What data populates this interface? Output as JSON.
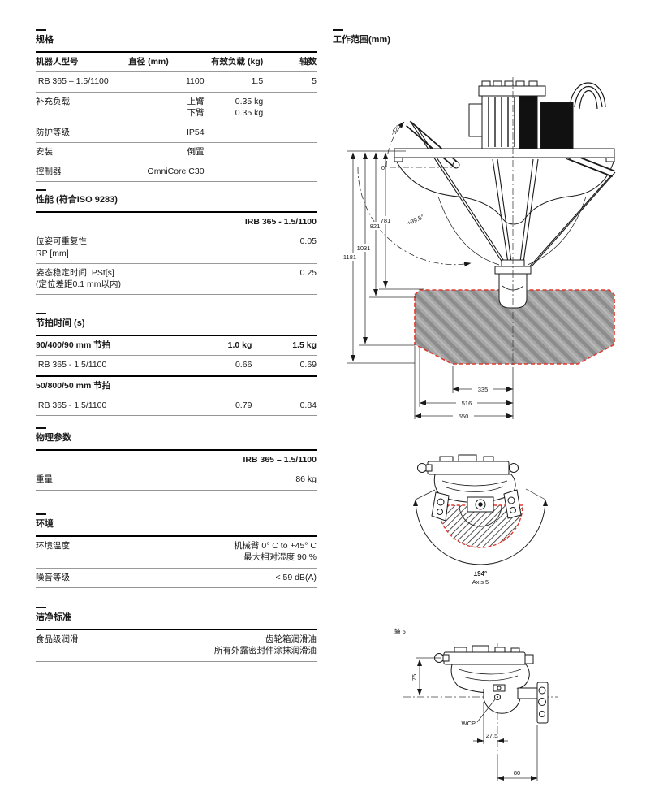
{
  "spec_table": {
    "title": "规格",
    "headers": [
      "机器人型号",
      "直径 (mm)",
      "有效负载 (kg)",
      "轴数"
    ],
    "rows": [
      {
        "c0": "IRB 365 – 1.5/1100",
        "c1": "1100",
        "c2": "1.5",
        "c3": "5"
      },
      {
        "c0": "补充负载",
        "c1": "上臂\n下臂",
        "c2": "0.35 kg\n0.35 kg",
        "c3": ""
      },
      {
        "c0": "防护等级",
        "c1": "IP54",
        "c2": "",
        "c3": ""
      },
      {
        "c0": "安装",
        "c1": "倒置",
        "c2": "",
        "c3": ""
      },
      {
        "c0": "控制器",
        "c1": "OmniCore C30",
        "c2": "",
        "c3": ""
      }
    ]
  },
  "performance_table": {
    "title": "性能 (符合ISO 9283)",
    "header": "IRB 365 - 1.5/1100",
    "rows": [
      {
        "label": "位姿可重复性,\nRP [mm]",
        "value": "0.05"
      },
      {
        "label": "姿态稳定时间, PSt[s]\n(定位差距0.1 mm以内)",
        "value": "0.25"
      }
    ]
  },
  "cycle_table": {
    "title": "节拍时间 (s)",
    "header1": {
      "label": "90/400/90 mm 节拍",
      "c1": "1.0 kg",
      "c2": "1.5 kg"
    },
    "row1": {
      "label": "IRB 365 - 1.5/1100",
      "c1": "0.66",
      "c2": "0.69"
    },
    "header2": "50/800/50 mm 节拍",
    "row2": {
      "label": "IRB 365 - 1.5/1100",
      "c1": "0.79",
      "c2": "0.84"
    }
  },
  "physical_table": {
    "title": "物理参数",
    "header": "IRB 365 – 1.5/1100",
    "rows": [
      {
        "label": "重量",
        "value": "86 kg"
      }
    ]
  },
  "environment_table": {
    "title": "环境",
    "rows": [
      {
        "label": "环境温度",
        "value": "机械臂 0° C to +45° C\n最大相对湿度 90 %"
      },
      {
        "label": "噪音等级",
        "value": "< 59 dB(A)"
      }
    ]
  },
  "cleanliness_table": {
    "title": "洁净标准",
    "rows": [
      {
        "label": "食品级润滑",
        "value": "齿轮箱润滑油\n所有外露密封件涂抹润滑油"
      }
    ]
  },
  "work_range": {
    "title": "工作范围(mm)",
    "main_view": {
      "angle_minus": "-42°",
      "angle_zero": "0°",
      "angle_plus": "+99.5°",
      "dim_v1": "1181",
      "dim_v2": "1031",
      "dim_v3": "821",
      "dim_v4": "781",
      "dim_h1": "335",
      "dim_h2": "516",
      "dim_h3": "550"
    },
    "axis5_range": {
      "angle": "±94°",
      "label": "Axis 5"
    },
    "axis5_view": {
      "title": "轴 5",
      "dim_height": "75",
      "dim_offset": "27,5",
      "dim_reach": "80",
      "wcp": "WCP"
    }
  },
  "colors": {
    "accent_red": "#df392e",
    "ink": "#1a1a1a",
    "envelope_gray": "#a7a7a7"
  }
}
